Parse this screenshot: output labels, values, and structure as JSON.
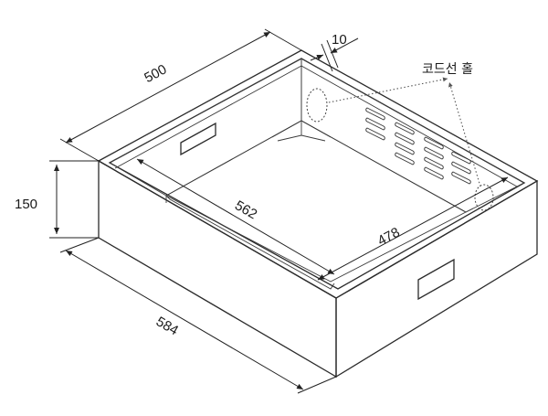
{
  "dimensions": {
    "depth_top": "500",
    "wall": "10",
    "height": "150",
    "inner_length": "562",
    "inner_width": "478",
    "outer_length": "584"
  },
  "annotation": {
    "cord_hole": "코드선 홀"
  },
  "colors": {
    "line": "#2b2b2b",
    "top_fill": "#f4f4f4",
    "side_fill": "#eeeeee",
    "inner_fill": "#fafafa"
  }
}
